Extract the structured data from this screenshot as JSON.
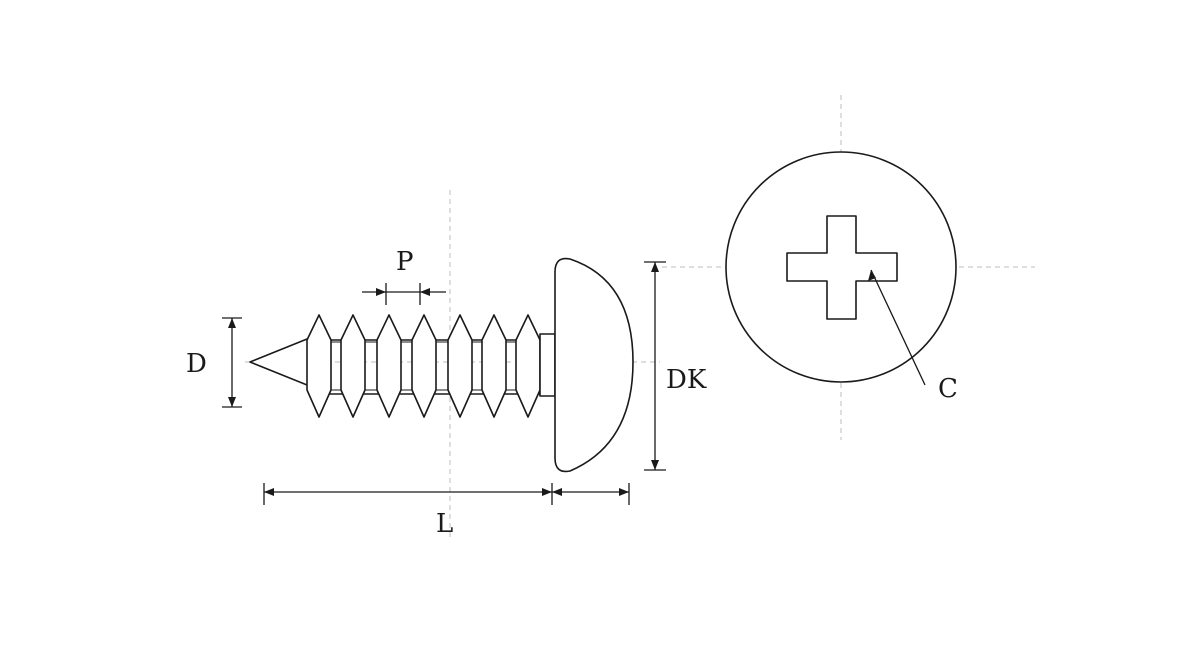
{
  "labels": {
    "pitch": "P",
    "diameter": "D",
    "length": "L",
    "head_diameter": "DK",
    "cross_recess": "C"
  }
}
